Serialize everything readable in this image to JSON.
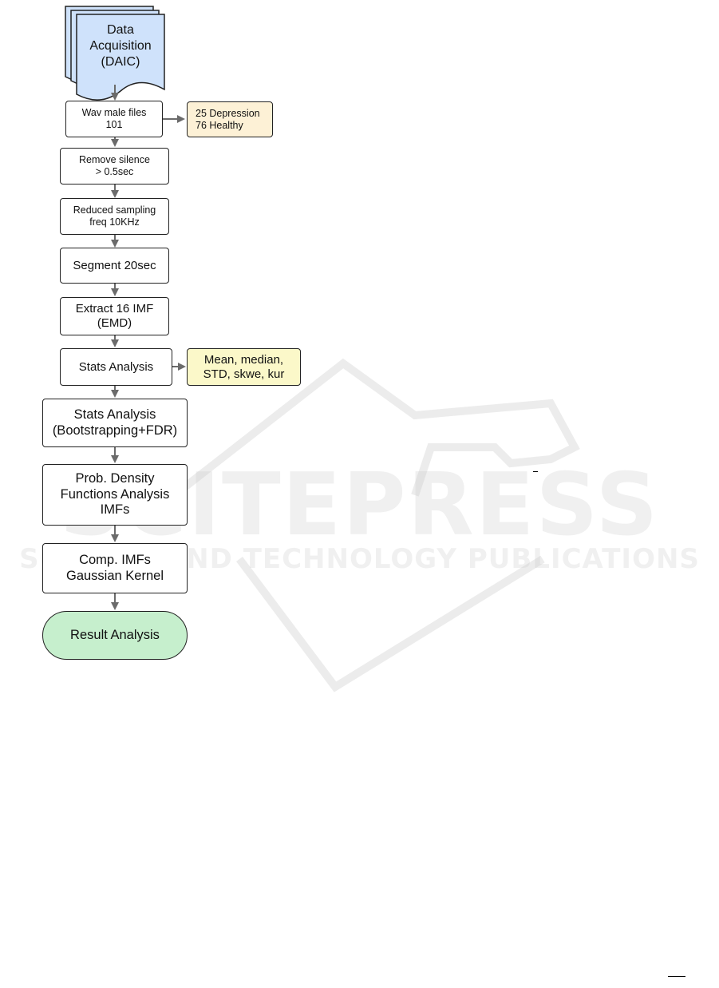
{
  "watermark": {
    "title": "SCITEPRESS",
    "subtitle": "SCIENCE AND TECHNOLOGY PUBLICATIONS"
  },
  "colors": {
    "doc_fill": "#cfe2fb",
    "note_orange": "#fdf1d6",
    "note_yellow": "#fbf8c9",
    "terminal_green": "#c6efcd",
    "arrow": "#6b6b6b"
  },
  "diagram": {
    "data_acquisition": "Data\nAcquisition\n(DAIC)",
    "wav_files": "Wav male files\n101",
    "dataset_split": "25 Depression\n76 Healthy",
    "remove_silence": "Remove silence\n> 0.5sec",
    "reduced_sampling": "Reduced sampling\nfreq 10KHz",
    "segment": "Segment 20sec",
    "extract_imf": "Extract 16 IMF\n(EMD)",
    "stats_analysis": "Stats Analysis",
    "stats_measures": "Mean, median,\nSTD, skwe, kur",
    "stats_bootstrap": "Stats Analysis\n(Bootstrapping+FDR)",
    "pdf_analysis": "Prob. Density\nFunctions Analysis\nIMFs",
    "comp_imfs": "Comp. IMFs\nGaussian Kernel",
    "result": "Result Analysis"
  }
}
